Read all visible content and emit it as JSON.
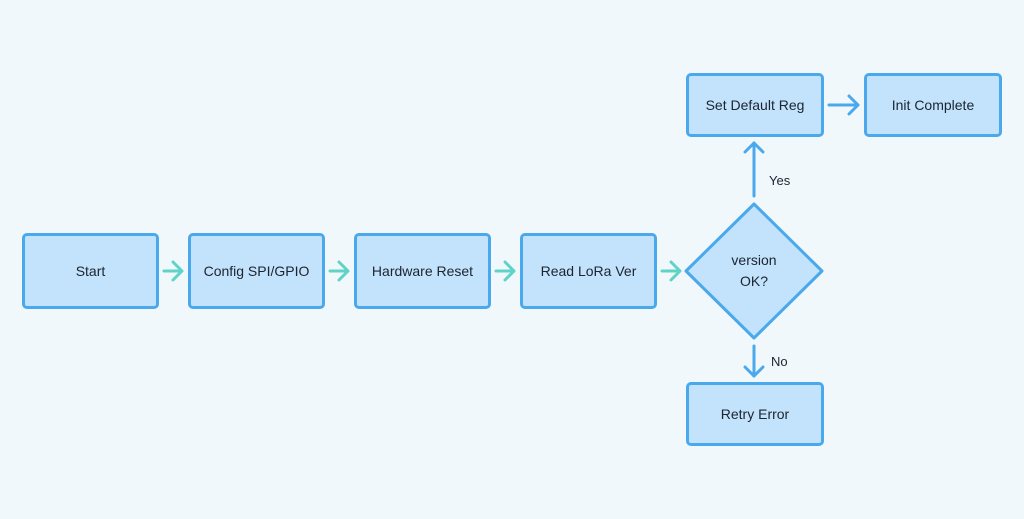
{
  "nodes": {
    "start": "Start",
    "config": "Config SPI/GPIO",
    "reset": "Hardware Reset",
    "read": "Read LoRa Ver",
    "decision_line1": "version",
    "decision_line2": "OK?",
    "default_reg": "Set Default Reg",
    "init_complete": "Init Complete",
    "retry_error": "Retry Error"
  },
  "edge_labels": {
    "yes": "Yes",
    "no": "No"
  },
  "colors": {
    "background": "#f1f8fb",
    "node_fill": "#c2e3fb",
    "node_border": "#4aa8ec",
    "arrow_main": "#5fd3c8",
    "arrow_branch": "#4aa8ec"
  }
}
